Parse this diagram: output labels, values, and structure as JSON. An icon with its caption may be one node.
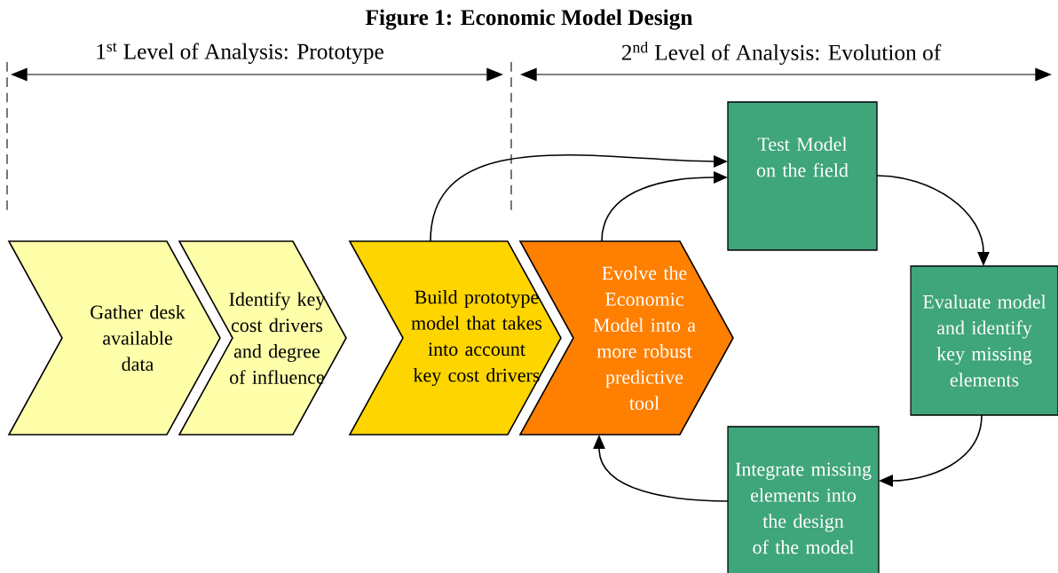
{
  "diagram": {
    "title": "Figure 1: Economic Model Design",
    "nodes": [
      {
        "text": [
          "Gather desk available data"
        ]
      },
      {
        "text": [
          "Identify key cost drivers and degree of influence"
        ]
      },
      {
        "text": [
          "Build prototype model that takes into account key cost drivers"
        ]
      },
      {
        "text": [
          "Evolve the Economic Model into a more robust predictive tool"
        ]
      },
      {
        "text": [
          "Test Model on the field"
        ]
      },
      {
        "text": [
          "Evaluate model and identify key missing elements"
        ]
      },
      {
        "text": [
          "Integrate missing elements into the design of the model"
        ]
      }
    ],
    "edges": [
      {
        "from": 2,
        "to": 4,
        "arrow": "to"
      },
      {
        "from": 3,
        "to": 4,
        "arrow": "to"
      },
      {
        "from": 4,
        "to": 5,
        "arrow": "to"
      },
      {
        "from": 5,
        "to": 6,
        "arrow": "to"
      },
      {
        "from": 6,
        "to": 3,
        "arrow": "to"
      }
    ],
    "labels": [
      "1$^{st}$ Level of Analysis: Prototype",
      "2$^{nd}$ Level of Analysis: Evolution of"
    ]
  }
}
